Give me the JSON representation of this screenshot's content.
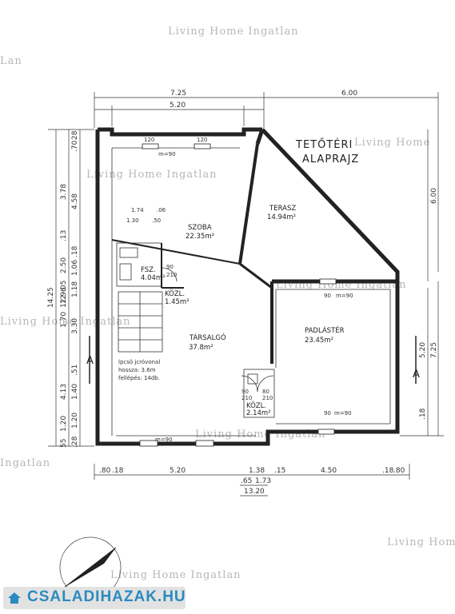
{
  "plan": {
    "title_line1": "TETŐTÉRI",
    "title_line2": "ALAPRAJZ",
    "watermark": "Living Home Ingatlan",
    "watermark_partial_left": "Lan",
    "watermark_partial_ingatlan": "Ingatlan",
    "watermark_partial_right": "Living Home"
  },
  "rooms": {
    "szoba": {
      "name": "SZOBA",
      "area": "22.35m²"
    },
    "terasz": {
      "name": "TERASZ",
      "area": "14.94m²"
    },
    "fsz": {
      "name": "FSZ.",
      "area": "4.04m²"
    },
    "kozl1": {
      "name": "KÖZL.",
      "area": "1.45m²"
    },
    "tarsalgo": {
      "name": "TÁRSALGÓ",
      "area": "37.8m²"
    },
    "padlaster": {
      "name": "PADLÁSTÉR",
      "area": "23.45m²"
    },
    "kozl2": {
      "name": "KÖZL.",
      "area": "2.14m²"
    }
  },
  "stair_note": {
    "line1": "lpcsö jcróvonal",
    "line2": "hossza:  3.6m",
    "line3": "fellépés: 14db."
  },
  "dims_top": {
    "a": "7.25",
    "b": "6.00",
    "c": "5.20"
  },
  "dims_bottom": {
    "a": ".80",
    "b": ".18",
    "c": "5.20",
    "d": "1.38",
    "e": ".15",
    "f": "4.50",
    "g": ".18",
    "h": ".80",
    "i": ".65",
    "j": "1.73",
    "k": "13.20"
  },
  "dims_left_outer": [
    "14.25"
  ],
  "dims_left_mid": [
    "12.96"
  ],
  "dims_left_inner": [
    "28",
    ".70",
    "3.78",
    "4.58",
    ".13",
    "2.50",
    ".18",
    "1.06",
    ".05",
    "1.18",
    ".12",
    "3.30",
    "1.70",
    ".51",
    "4.13",
    "1.40",
    "1.20",
    "55",
    ".28",
    "1.20"
  ],
  "dims_right": {
    "a": "6.00",
    "b": "5.20",
    "c": "7.25",
    "d": ".18"
  },
  "openings": {
    "w1": "120\n120",
    "w2": "120\n120",
    "m90": "m=90",
    "d1": "1.74",
    "d2": ".06",
    "d3": "1.30",
    "d4": ".50",
    "d90a": "90",
    "d90b": "210",
    "d90c": "90",
    "d90d": "210",
    "d80": "80",
    "d210": "210",
    "sil_a": "90",
    "sil_b": "90"
  },
  "section_marks": {
    "left": "A",
    "right": "A"
  },
  "logo": {
    "text": "CSALADIHAZAK.HU",
    "color": "#2a8bbf"
  }
}
